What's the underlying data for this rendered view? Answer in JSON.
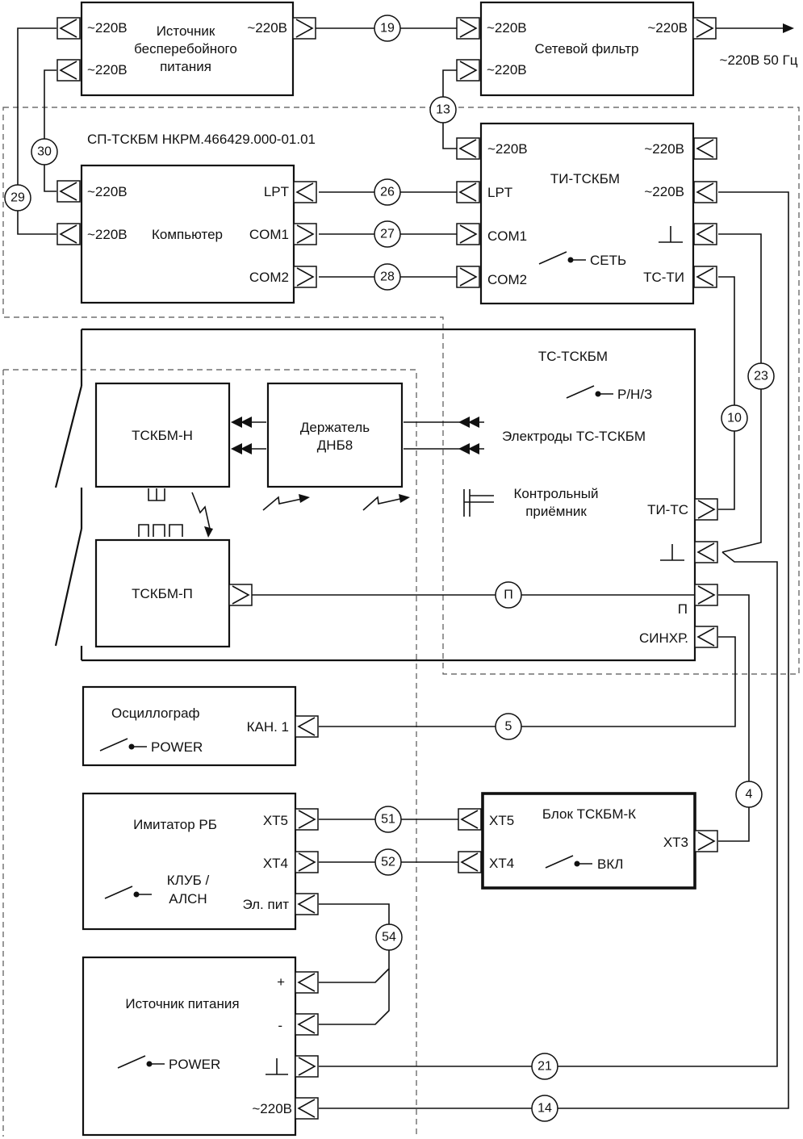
{
  "blocks": {
    "ups": {
      "title_1": "Источник",
      "title_2": "бесперебойного",
      "title_3": "питания",
      "in_1": "~220В",
      "in_2": "~220В",
      "out": "~220В"
    },
    "filter": {
      "title": "Сетевой фильтр",
      "in_1": "~220В",
      "in_2": "~220В",
      "out": "~220В",
      "mains_label": "~220В 50 Гц"
    },
    "sp": {
      "label": "СП-ТСКБМ НКРМ.466429.000-01.01"
    },
    "computer": {
      "title": "Компьютер",
      "in_1": "~220В",
      "in_2": "~220В",
      "lpt": "LPT",
      "com1": "COM1",
      "com2": "COM2"
    },
    "ti": {
      "title": "ТИ-ТСКБМ",
      "in_220": "~220В",
      "lpt": "LPT",
      "com1": "COM1",
      "com2": "COM2",
      "out_220_1": "~220В",
      "out_220_2": "~220В",
      "ground": "⊥",
      "tsti": "ТС-ТИ",
      "switch": "СЕТЬ"
    },
    "ts": {
      "title": "ТС-ТСКБМ",
      "switch": "Р/Н/З",
      "electrodes": "Электроды ТС-ТСКБМ",
      "receiver_1": "Контрольный",
      "receiver_2": "приёмник",
      "tits": "ТИ-ТС",
      "ground": "⊥",
      "p": "П",
      "sync": "СИНХР."
    },
    "tskbm_n": {
      "title": "ТСКБМ-Н"
    },
    "holder": {
      "title_1": "Держатель",
      "title_2": "ДНБ8"
    },
    "tskbm_p": {
      "title": "ТСКБМ-П"
    },
    "osc": {
      "title": "Осциллограф",
      "switch": "POWER",
      "ch1": "КАН. 1"
    },
    "imitator": {
      "title": "Имитатор РБ",
      "switch_1": "КЛУБ /",
      "switch_2": "АЛСН",
      "xt5": "ХТ5",
      "xt4": "ХТ4",
      "power": "Эл. пит"
    },
    "blok_k": {
      "title": "Блок ТСКБМ-К",
      "xt5": "ХТ5",
      "xt4": "ХТ4",
      "xt3": "ХТ3",
      "switch": "ВКЛ"
    },
    "psu": {
      "title": "Источник питания",
      "switch": "POWER",
      "plus": "+",
      "minus": "-",
      "ground": "⊥",
      "in_220": "~220В"
    }
  },
  "lines": {
    "l19": "19",
    "l13": "13",
    "l30": "30",
    "l29": "29",
    "l26": "26",
    "l27": "27",
    "l28": "28",
    "l23": "23",
    "l10": "10",
    "lp": "П",
    "l5": "5",
    "l4": "4",
    "l51": "51",
    "l52": "52",
    "l54": "54",
    "l21": "21",
    "l14": "14"
  }
}
